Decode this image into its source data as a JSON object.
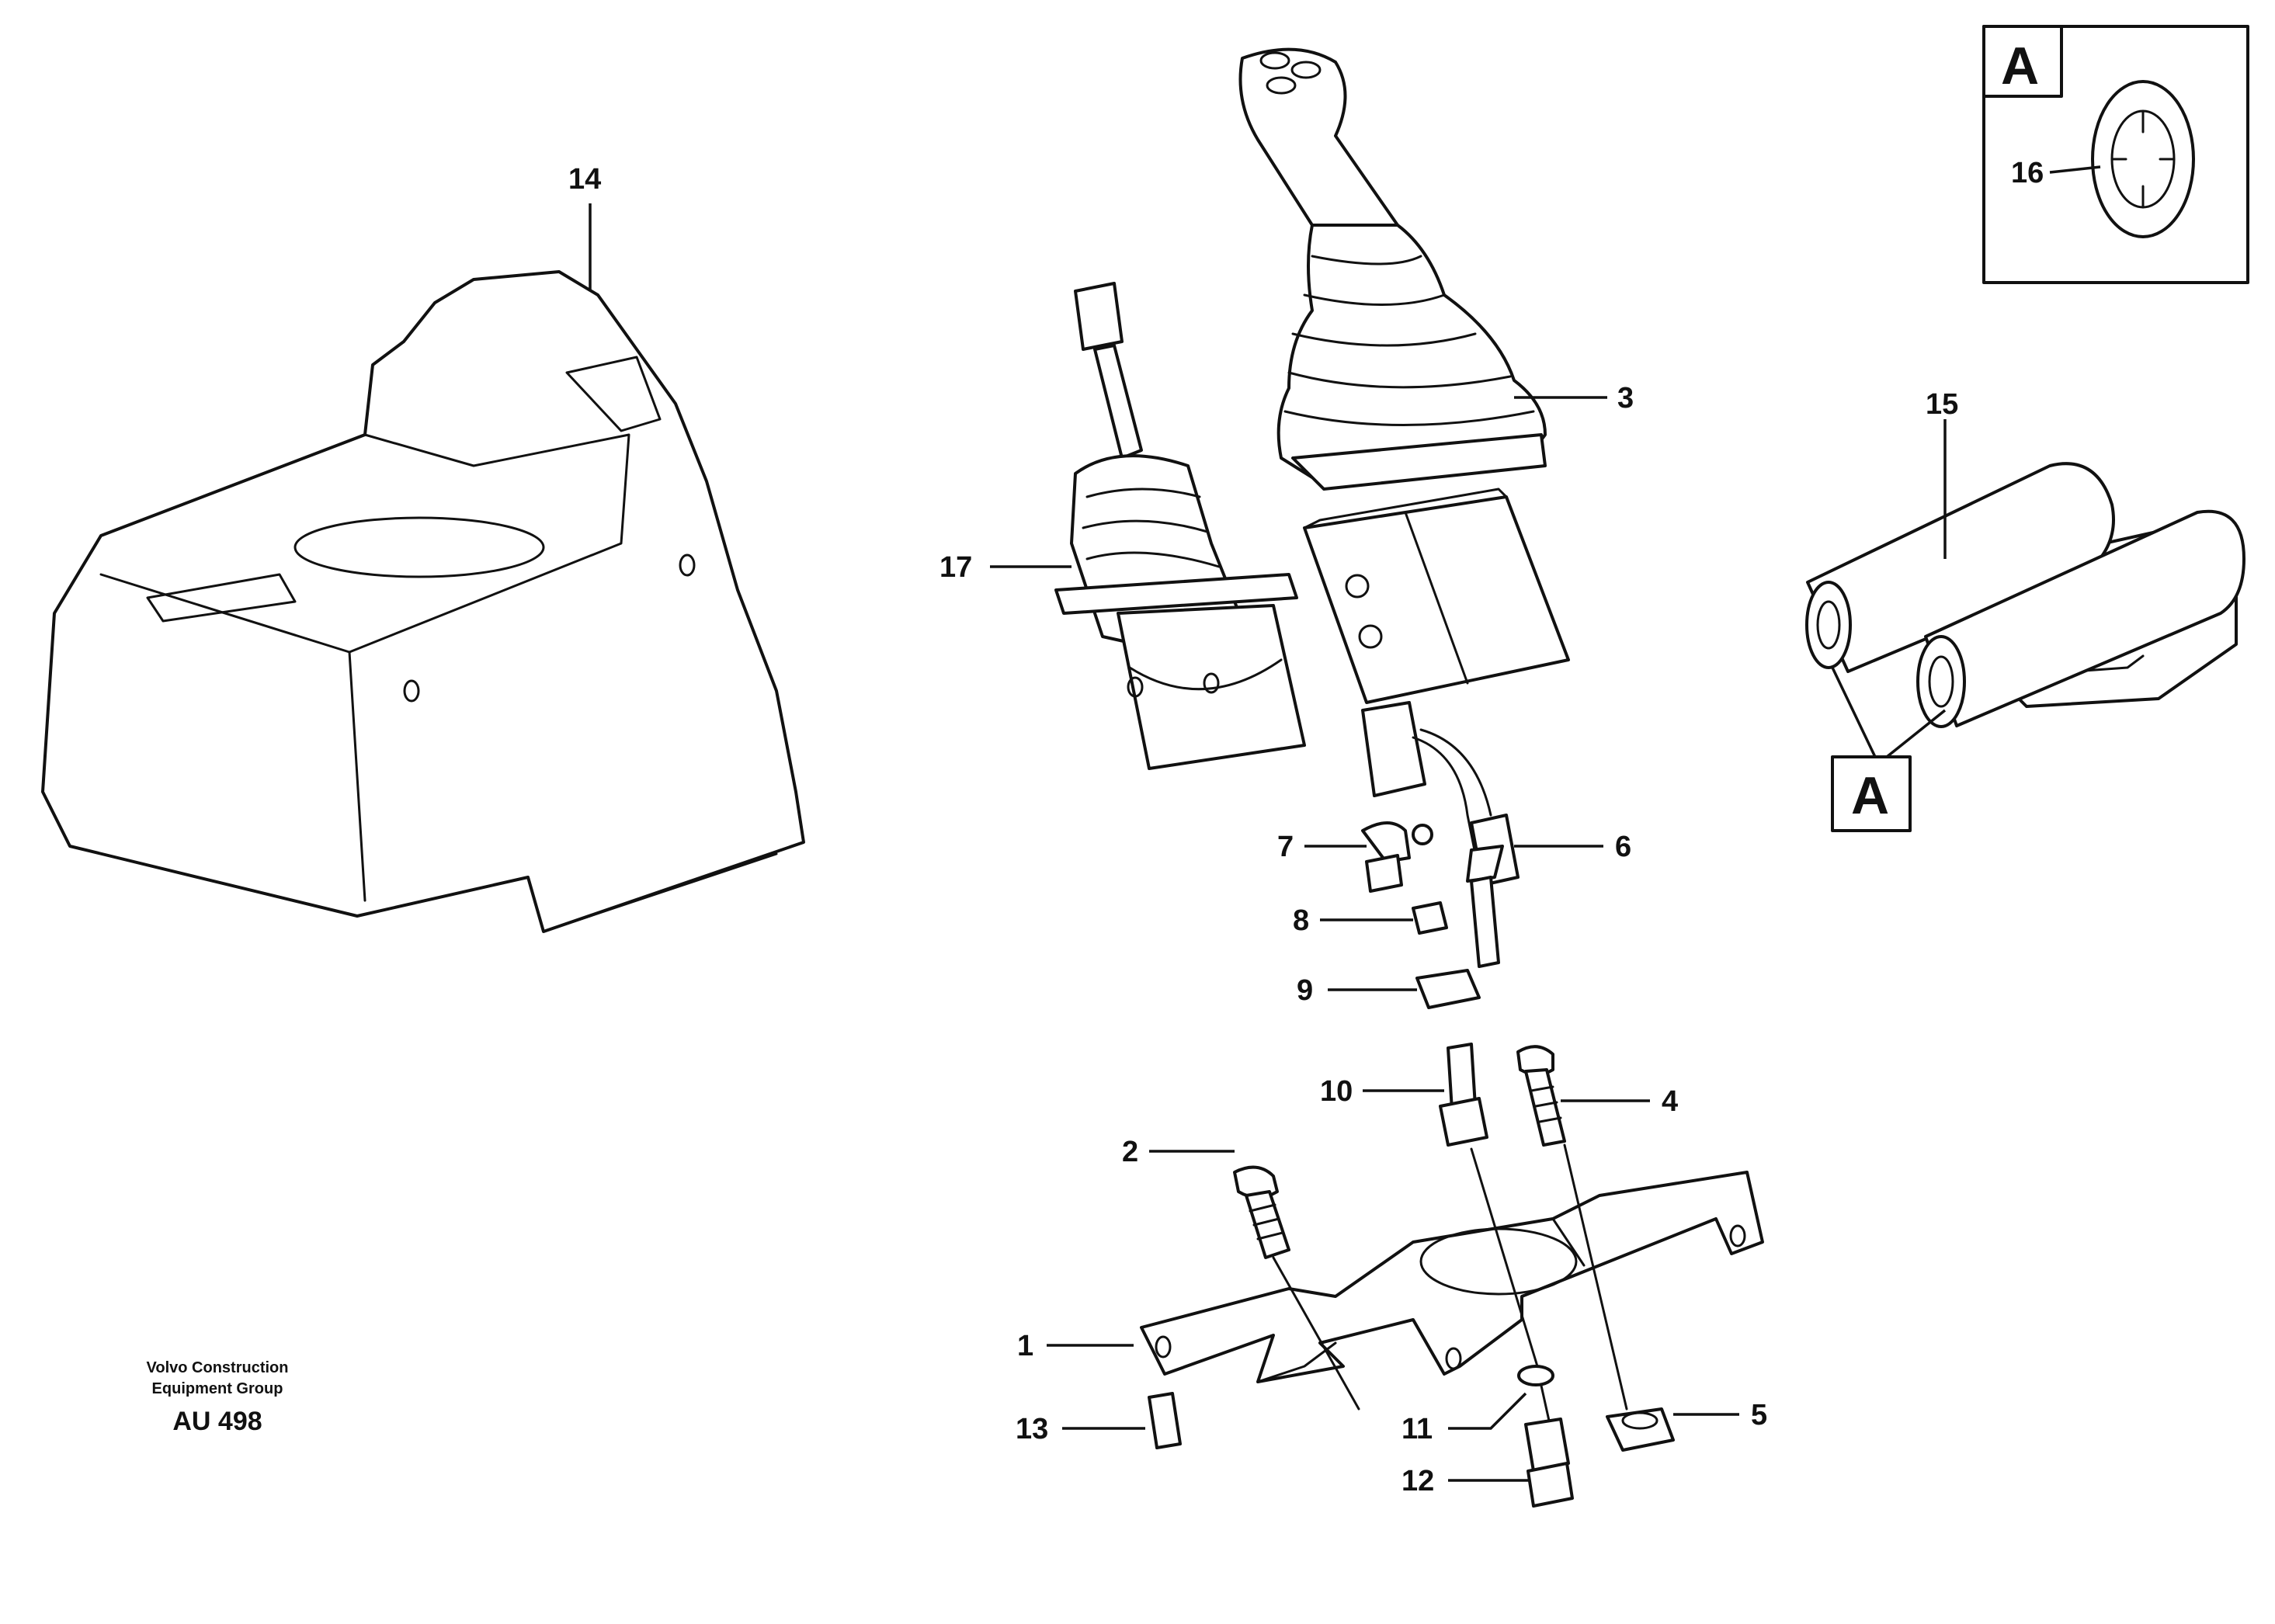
{
  "callouts": {
    "c1": "1",
    "c2": "2",
    "c3": "3",
    "c4": "4",
    "c5": "5",
    "c6": "6",
    "c7": "7",
    "c8": "8",
    "c9": "9",
    "c10": "10",
    "c11": "11",
    "c12": "12",
    "c13": "13",
    "c14": "14",
    "c15": "15",
    "c16": "16",
    "c17": "17"
  },
  "detail_badge": "A",
  "view_marker": "A",
  "caption": {
    "line1": "Volvo Construction",
    "line2": "Equipment Group",
    "code": "AU 498"
  },
  "colors": {
    "ink": "#111111",
    "paper": "#ffffff"
  }
}
